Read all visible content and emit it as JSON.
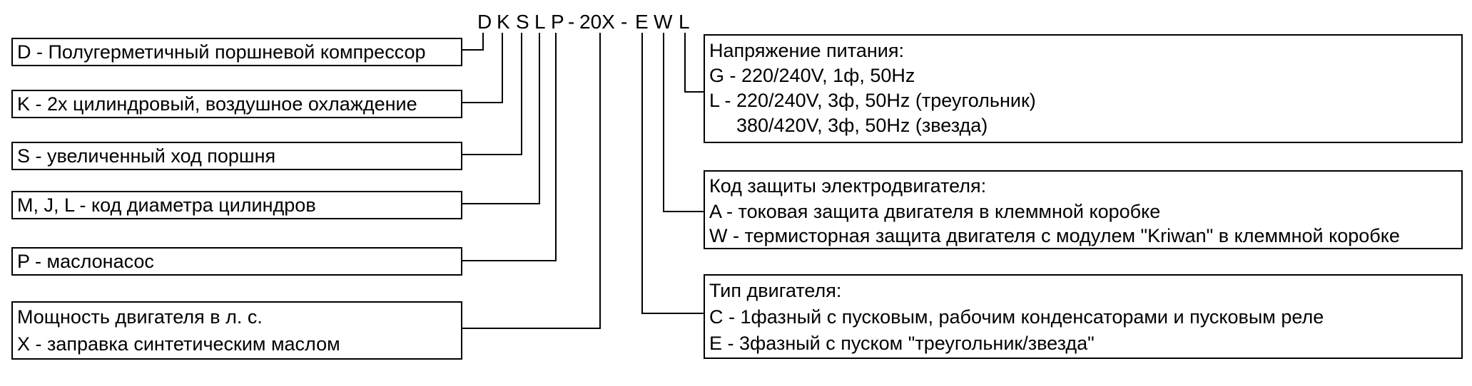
{
  "model_code": {
    "c1": "D",
    "c2": "K",
    "c3": "S",
    "c4": "L",
    "c5": "P",
    "c6": "-",
    "c7": "20X",
    "c8": "-",
    "c9": "E",
    "c10": "W",
    "c11": "L"
  },
  "left_boxes": {
    "d": [
      "D - Полугерметичный поршневой компрессор"
    ],
    "k": [
      "K - 2х цилиндровый, воздушное охлаждение"
    ],
    "s": [
      "S - увеличенный ход поршня"
    ],
    "l": [
      "M, J, L - код диаметра цилиндров"
    ],
    "p": [
      "P - маслонасос"
    ],
    "x": [
      "Мощность двигателя в л. с.",
      "X - заправка синтетическим маслом"
    ]
  },
  "right_boxes": {
    "voltage": [
      "Напряжение питания:",
      "G - 220/240V, 1ф, 50Hz",
      "L - 220/240V, 3ф, 50Hz (треугольник)",
      "380/420V, 3ф, 50Hz (звезда)"
    ],
    "protection": [
      "Код защиты электродвигателя:",
      "A - токовая защита двигателя в клеммной коробке",
      "W - термисторная защита двигателя с модулем \"Kriwan\" в клеммной коробке"
    ],
    "motor": [
      "Тип двигателя:",
      "C - 1фазный с пусковым, рабочим конденсаторами и пусковым реле",
      "E - 3фазный с пуском \"треугольник/звезда\""
    ]
  }
}
